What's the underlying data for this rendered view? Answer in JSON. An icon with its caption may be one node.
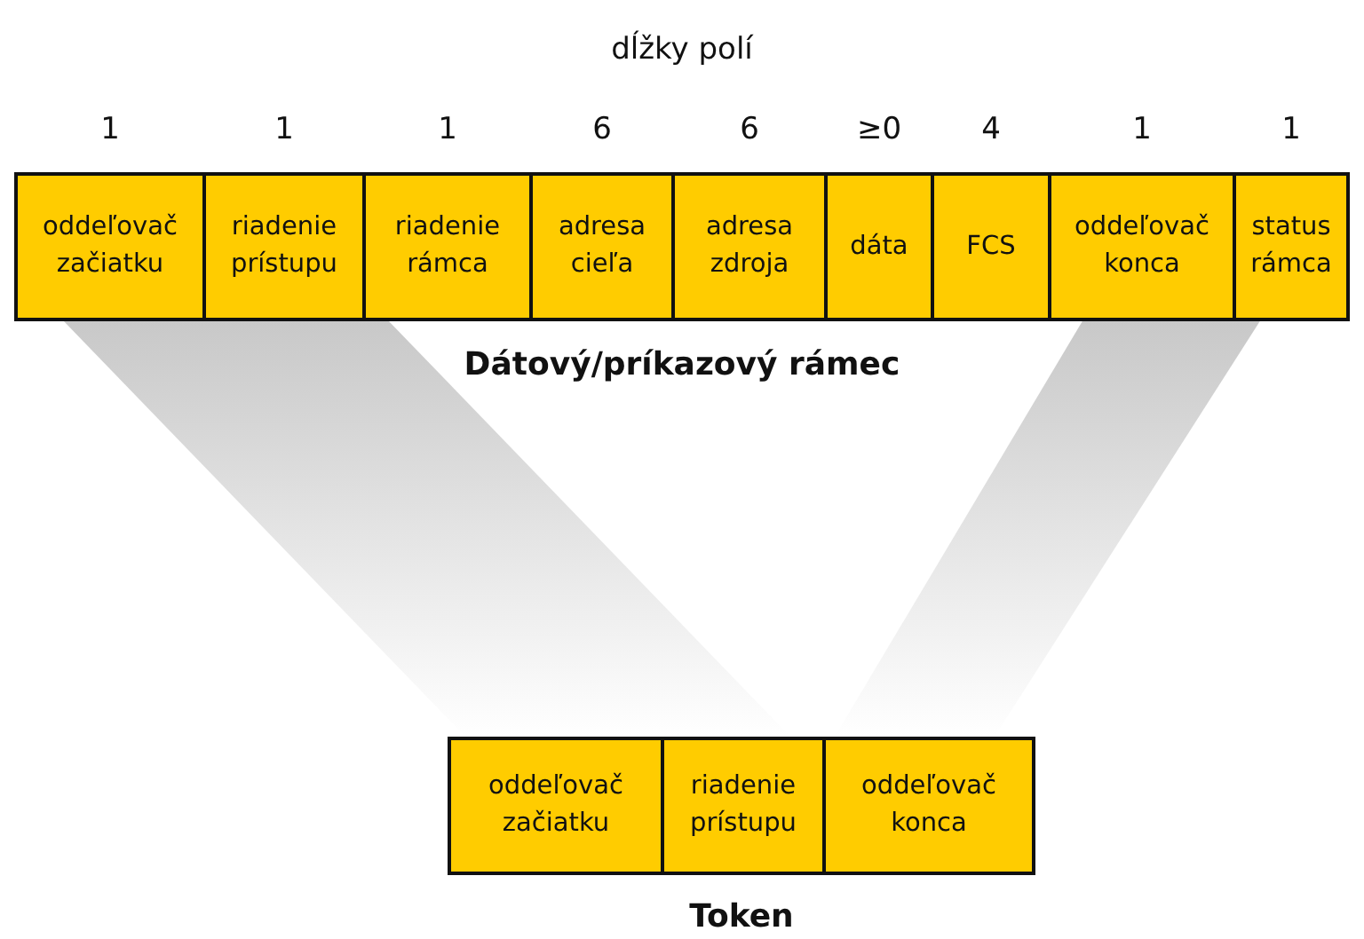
{
  "diagram": {
    "nodes": [
      {
        "text": [
          "oddeľovač začiatku"
        ],
        "beside": [
          "1"
        ]
      },
      {
        "text": [
          "riadenie prístupu"
        ],
        "beside": [
          "1"
        ]
      },
      {
        "text": [
          "riadenie rámca"
        ],
        "beside": [
          "1"
        ]
      },
      {
        "text": [
          "adresa cieľa"
        ],
        "beside": [
          "6"
        ]
      },
      {
        "text": [
          "adresa zdroja"
        ],
        "beside": [
          "6"
        ]
      },
      {
        "text": [
          "dáta"
        ],
        "beside": [
          "≥0"
        ]
      },
      {
        "text": [
          "FCS"
        ],
        "beside": [
          "4"
        ]
      },
      {
        "text": [
          "oddeľovač konca"
        ],
        "beside": [
          "1"
        ]
      },
      {
        "text": [
          "status rámca"
        ],
        "beside": [
          "1"
        ]
      },
      {
        "text": [
          "oddeľovač začiatku"
        ]
      },
      {
        "text": [
          "riadenie prístupu"
        ]
      },
      {
        "text": [
          "oddeľovač konca"
        ]
      }
    ],
    "labels": [
      "dĺžky polí",
      "Dátový/príkazový rámec",
      "Token"
    ]
  }
}
